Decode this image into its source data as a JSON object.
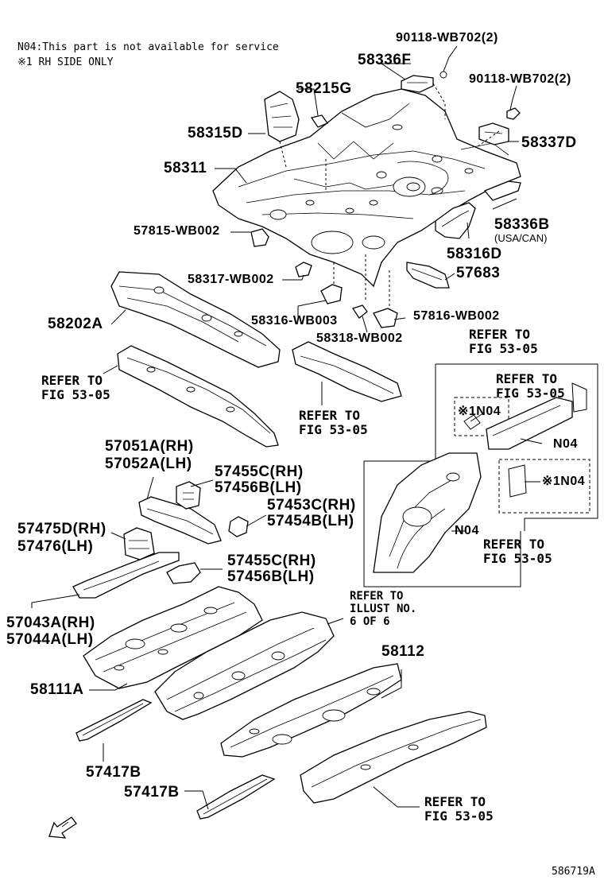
{
  "notes": {
    "line1": "N04:This part is not available for service",
    "line2": "※1 RH SIDE ONLY"
  },
  "labels": {
    "p90118_a": "90118-WB702(2)",
    "p58336F": "58336F",
    "p90118_b": "90118-WB702(2)",
    "p58215G": "58215G",
    "p58315D": "58315D",
    "p58337D": "58337D",
    "p58311": "58311",
    "p58336B": "58336B",
    "p58336B_note": "(USA/CAN)",
    "p57815": "57815-WB002",
    "p58316D": "58316D",
    "p58317": "58317-WB002",
    "p57683": "57683",
    "p58202A": "58202A",
    "p58316WB": "58316-WB003",
    "p57816": "57816-WB002",
    "p58318": "58318-WB002",
    "p57051A": "57051A(RH)",
    "p57052A": "57052A(LH)",
    "p57455C_a": "57455C(RH)",
    "p57456B_a": "57456B(LH)",
    "p57453C": "57453C(RH)",
    "p57454B": "57454B(LH)",
    "p57475D": "57475D(RH)",
    "p57476": "57476(LH)",
    "p57455C_b": "57455C(RH)",
    "p57456B_b": "57456B(LH)",
    "p57043A": "57043A(RH)",
    "p57044A": "57044A(LH)",
    "p58111A": "58111A",
    "p58112": "58112",
    "p57417B_a": "57417B",
    "p57417B_b": "57417B",
    "n04_a": "※1N04",
    "n04_b": "N04",
    "n04_c": "※1N04",
    "n04_d": "N04"
  },
  "refers": {
    "r1_line1": "REFER TO",
    "r1_line2": "FIG 53-05",
    "r2_line1": "REFER TO",
    "r2_line2": "FIG 53-05",
    "r3_line1": "REFER TO",
    "r3_line2": "FIG 53-05",
    "r4_line1": "REFER TO",
    "r4_line2": "FIG 53-05",
    "r5_line1": "REFER TO",
    "r5_line2": "FIG 53-05",
    "r6_line1": "REFER TO",
    "r6_line2": "ILLUST NO.",
    "r6_line3": "6 OF 6",
    "r7_line1": "REFER TO",
    "r7_line2": "FIG 53-05"
  },
  "figure_id": "586719A",
  "icons": {
    "front_arrow": "front-direction-arrow-icon"
  }
}
